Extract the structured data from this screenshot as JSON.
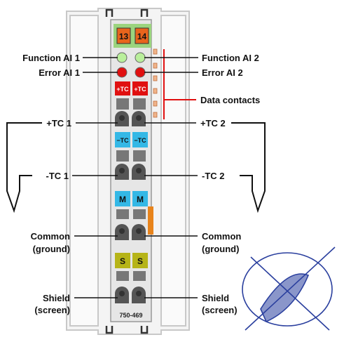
{
  "diagram": {
    "channel_numbers": [
      "13",
      "14"
    ],
    "module_number": "750-469",
    "labels": {
      "function_ai_1": "Function AI 1",
      "function_ai_2": "Function AI 2",
      "error_ai_1": "Error AI 1",
      "error_ai_2": "Error AI 2",
      "data_contacts": "Data contacts",
      "plus_tc_1": "+TC 1",
      "plus_tc_2": "+TC 2",
      "minus_tc_1": "-TC 1",
      "minus_tc_2": "-TC 2",
      "common_1": "Common",
      "common_2": "Common",
      "ground_1": "(ground)",
      "ground_2": "(ground)",
      "shield_1": "Shield",
      "shield_2": "Shield",
      "screen_1": "(screen)",
      "screen_2": "(screen)"
    },
    "tags": {
      "plus_tc": "+TC",
      "minus_tc": "−TC",
      "common": "M",
      "shield": "S"
    },
    "colors": {
      "module_body": "#e6e6e6",
      "channel_header": "#9bd47e",
      "channel_badge": "#e8641c",
      "led_function": "#b9ef9b",
      "led_error": "#e01010",
      "plus_tc": "#e01010",
      "minus_tc": "#34b8e6",
      "common": "#34b8e6",
      "shield": "#b6b418",
      "data_contact_line": "#e01010",
      "logo": "#2a3f9e"
    }
  }
}
